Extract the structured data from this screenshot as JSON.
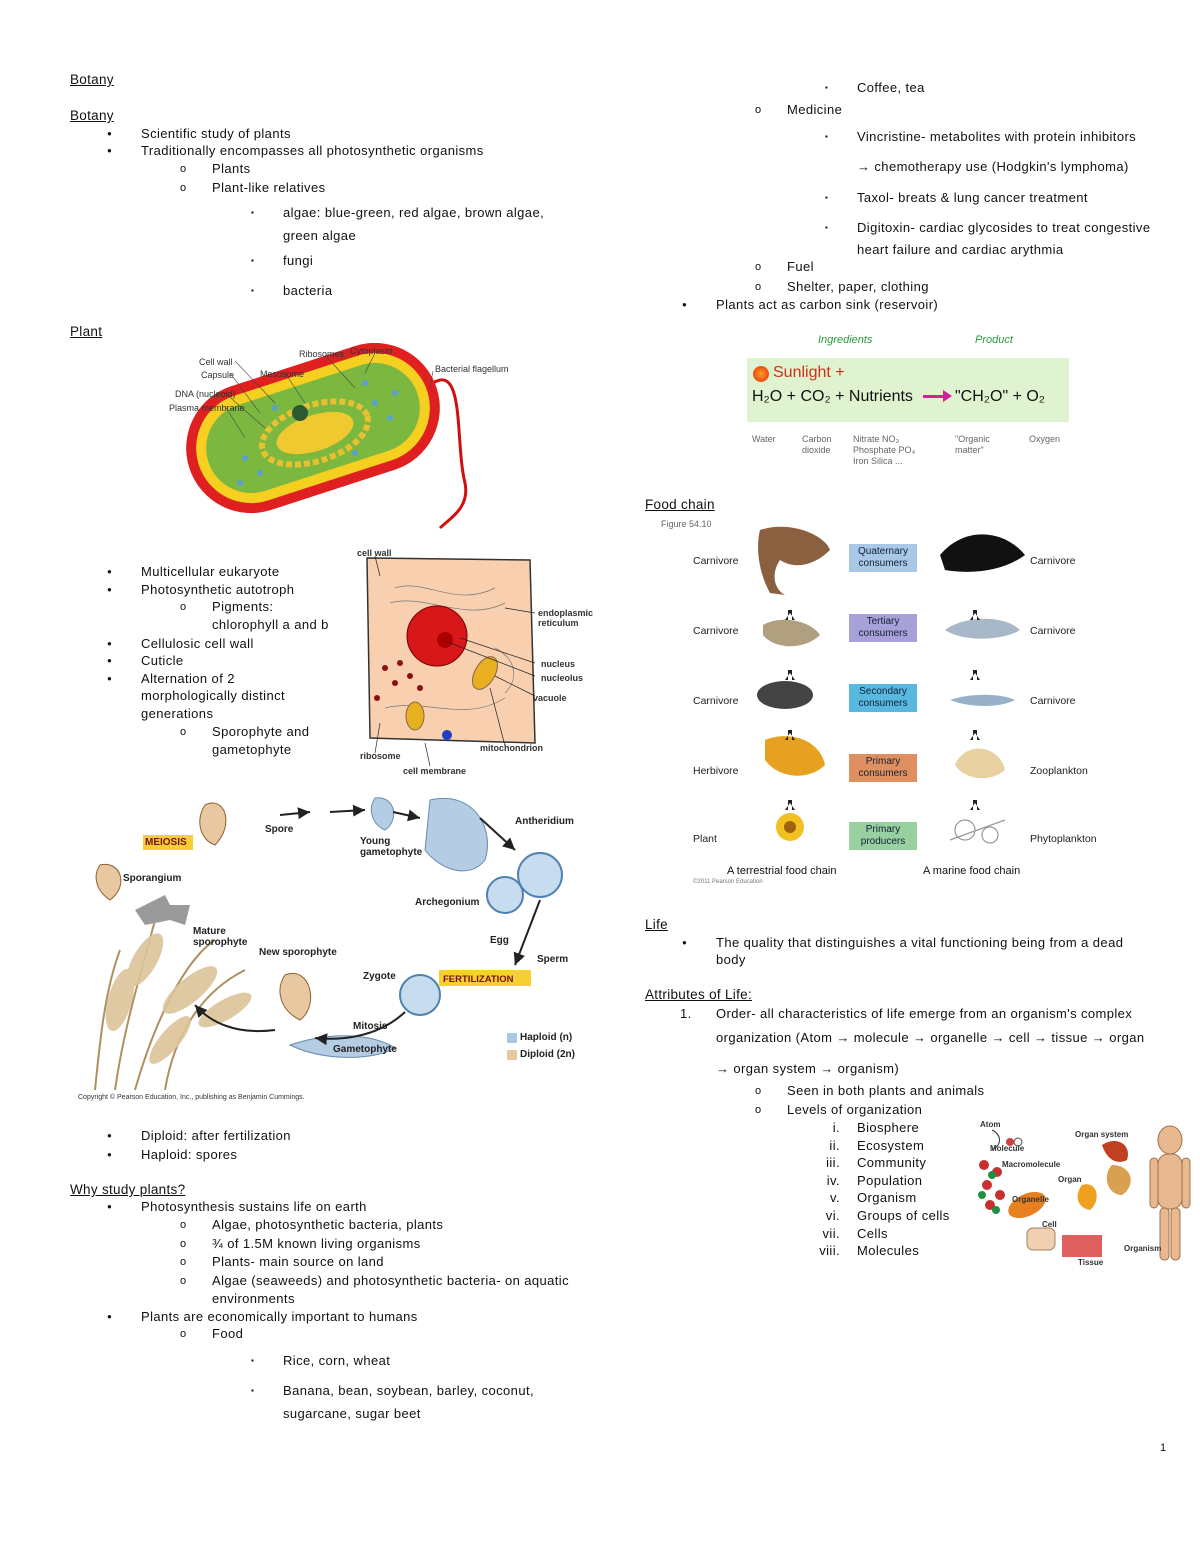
{
  "page_number": "1",
  "left": {
    "title": "Botany",
    "botany": {
      "heading": "Botany",
      "items": [
        "Scientific study of plants",
        "Traditionally encompasses all photosynthetic organisms",
        "Plants",
        "Plant-like relatives",
        "algae: blue-green, red algae, brown algae,",
        "green algae",
        "fungi",
        "bacteria"
      ]
    },
    "plant": {
      "heading": "Plant",
      "bacteria_labels": [
        "Cell wall",
        "Capsule",
        "DNA (nucleoid)",
        "Plasma membrane",
        "Ribosomes",
        "Mesosome",
        "Cytoplasm",
        "Bacterial flagellum"
      ],
      "items": [
        "Multicellular eukaryote",
        "Photosynthetic autotroph",
        "Pigments:",
        "chlorophyll a and b",
        "Cellulosic cell wall",
        "Cuticle",
        "Alternation of 2",
        "morphologically distinct",
        "generations",
        "Sporophyte and",
        "gametophyte"
      ],
      "cell_labels": [
        "cell wall",
        "endoplasmic reticulum",
        "nucleus",
        "nucleolus",
        "vacuole",
        "cell membrane",
        "ribosome",
        "mitochondrion"
      ],
      "lifecycle_labels": {
        "meiosis": "MEIOSIS",
        "spore": "Spore",
        "young_gametophyte": "Young gametophyte",
        "antheridium": "Antheridium",
        "sporangium": "Sporangium",
        "archegonium": "Archegonium",
        "mature_sporophyte": "Mature sporophyte",
        "egg": "Egg",
        "new_sporophyte": "New sporophyte",
        "sperm": "Sperm",
        "zygote": "Zygote",
        "fertilization": "FERTILIZATION",
        "mitosis": "Mitosis",
        "gametophyte": "Gametophyte",
        "haploid": "Haploid (n)",
        "diploid": "Diploid (2n)",
        "copyright": "Copyright © Pearson Education, Inc., publishing as Benjamin Cummings."
      },
      "after": [
        "Diploid: after fertilization",
        "Haploid: spores"
      ]
    },
    "why": {
      "heading": "Why study plants?",
      "items": [
        "Photosynthesis sustains life on earth",
        "Algae, photosynthetic bacteria, plants",
        "¾ of 1.5M known living organisms",
        "Plants- main source on land",
        "Algae (seaweeds) and photosynthetic bacteria- on aquatic",
        "environments",
        "Plants are economically important to humans",
        "Food",
        "Rice, corn, wheat",
        "Banana, bean, soybean, barley, coconut,",
        "sugarcane, sugar beet"
      ]
    }
  },
  "right": {
    "uses": [
      "Coffee, tea",
      "Medicine",
      "Vincristine- metabolites with protein inhibitors",
      "→ chemotherapy use (Hodgkin's lymphoma)",
      "Taxol- breats & lung cancer treatment",
      "Digitoxin- cardiac glycosides to treat congestive",
      "heart failure and cardiac arythmia",
      "Fuel",
      "Shelter, paper, clothing",
      "Plants act as carbon sink (reservoir)"
    ],
    "photo": {
      "ingredients": "Ingredients",
      "product": "Product",
      "sunlight": "Sunlight +",
      "eq_left": "H₂O + CO₂ + Nutrients",
      "eq_right": "\"CH₂O\" + O₂",
      "water": "Water",
      "co2": "Carbon dioxide",
      "nutrients": "Nitrate NO₃ Phosphate PO₄ Iron Silica ...",
      "organic": "\"Organic matter\"",
      "oxygen": "Oxygen"
    },
    "food_chain": {
      "heading": "Food chain",
      "figure": "Figure 54.10",
      "left_labels": [
        "Carnivore",
        "Carnivore",
        "Carnivore",
        "Herbivore",
        "Plant"
      ],
      "right_labels": [
        "Carnivore",
        "Carnivore",
        "Carnivore",
        "Zooplankton",
        "Phytoplankton"
      ],
      "levels": [
        {
          "label": "Quaternary consumers",
          "color": "#a9c8e8"
        },
        {
          "label": "Tertiary consumers",
          "color": "#a8a0d8"
        },
        {
          "label": "Secondary consumers",
          "color": "#58b8e0"
        },
        {
          "label": "Primary consumers",
          "color": "#e09060"
        },
        {
          "label": "Primary producers",
          "color": "#98d0a0"
        }
      ],
      "terrestrial": "A terrestrial food chain",
      "marine": "A marine food chain",
      "credit": "©2011 Pearson Education"
    },
    "life": {
      "heading": "Life",
      "item1": "The quality that distinguishes a vital functioning being from a dead",
      "item2": "body"
    },
    "attributes": {
      "heading": "Attributes of Life:",
      "num": "1.",
      "line1": "Order- all characteristics of life emerge from an organism's complex",
      "line2": "organization (Atom → molecule → organelle → cell → tissue → organ",
      "line3": "→ organ system → organism)",
      "sub1": "Seen in both plants and animals",
      "sub2": "Levels of organization",
      "levels": [
        {
          "n": "i.",
          "t": "Biosphere"
        },
        {
          "n": "ii.",
          "t": "Ecosystem"
        },
        {
          "n": "iii.",
          "t": "Community"
        },
        {
          "n": "iv.",
          "t": "Population"
        },
        {
          "n": "v.",
          "t": "Organism"
        },
        {
          "n": "vi.",
          "t": "Groups of cells"
        },
        {
          "n": "vii.",
          "t": "Cells"
        },
        {
          "n": "viii.",
          "t": "Molecules"
        }
      ],
      "diagram_labels": [
        "Atom",
        "Molecule",
        "Macromolecule",
        "Organ system",
        "Organ",
        "Organelle",
        "Cell",
        "Tissue",
        "Organism"
      ]
    }
  }
}
